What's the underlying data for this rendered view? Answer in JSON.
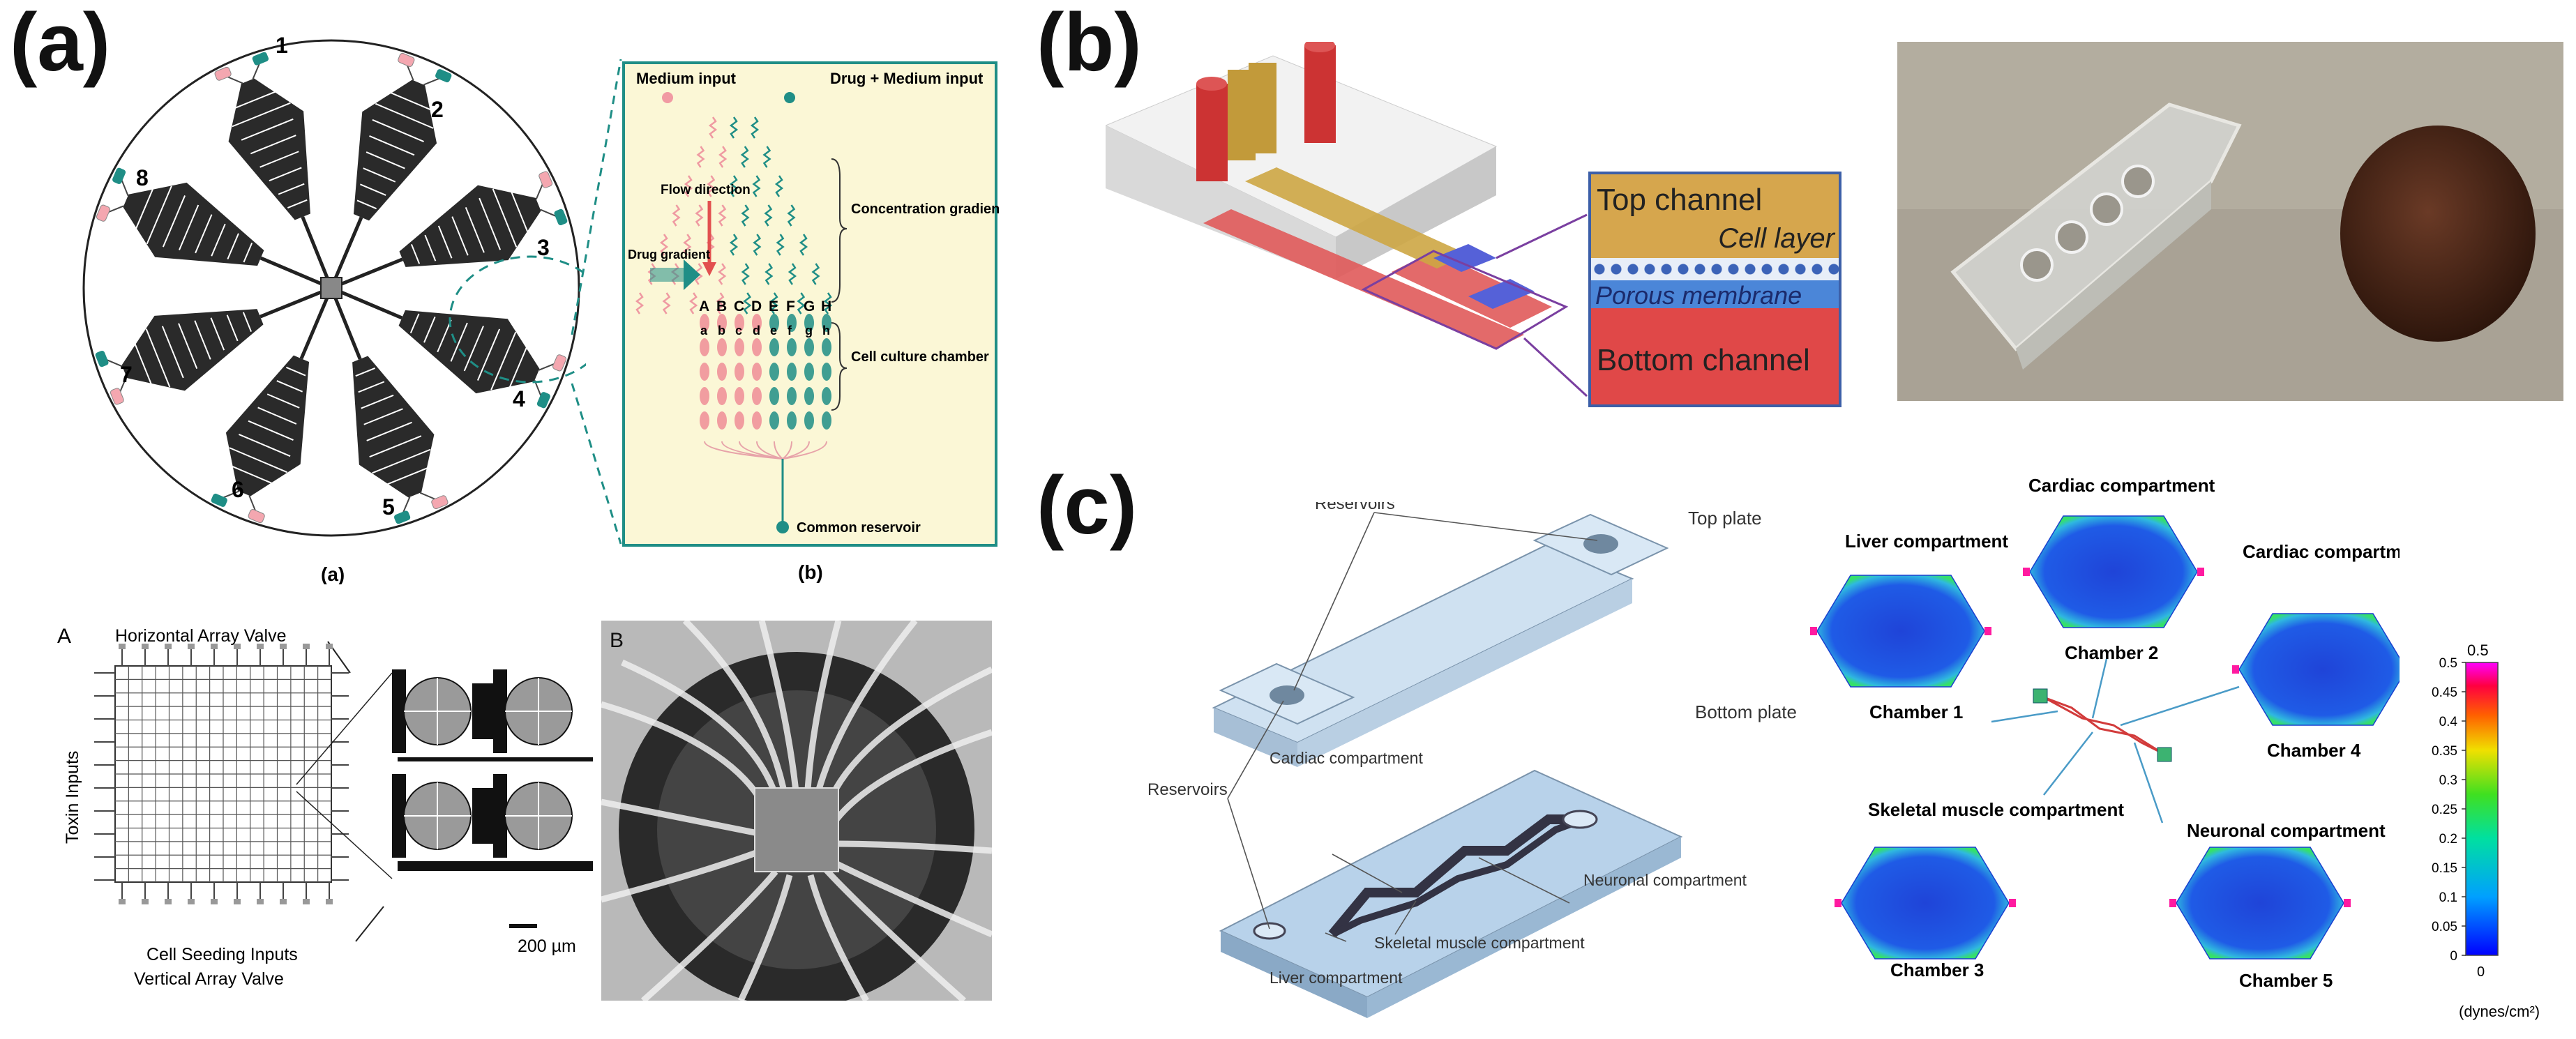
{
  "panel_labels": {
    "a": "(a)",
    "b": "(b)",
    "c": "(c)"
  },
  "panel_a": {
    "wheel": {
      "inlet_numbers": [
        "1",
        "2",
        "3",
        "4",
        "5",
        "6",
        "7",
        "8"
      ],
      "caption": "(a)"
    },
    "cgg": {
      "medium_input": "Medium input",
      "drug_medium_input": "Drug + Medium input",
      "flow_direction": "Flow direction",
      "drug_gradient": "Drug gradient",
      "cgg_label": "Concentration gradient generator (CGG)",
      "upper_letters": [
        "A",
        "B",
        "C",
        "D",
        "E",
        "F",
        "G",
        "H"
      ],
      "lower_letters": [
        "a",
        "b",
        "c",
        "d",
        "e",
        "f",
        "g",
        "h"
      ],
      "chamber_label": "Cell culture chamber",
      "reservoir_label": "Common reservoir",
      "caption": "(b)"
    },
    "array": {
      "sub_label": "A",
      "horizontal_valve": "Horizontal Array Valve",
      "toxin_inputs": "Toxin Inputs",
      "seeding_inputs": "Cell Seeding Inputs",
      "vertical_valve": "Vertical Array Valve",
      "scale_bar": "200 µm"
    },
    "photo": {
      "sub_label": "B"
    }
  },
  "panel_b": {
    "top_channel": "Top channel",
    "cell_layer": "Cell layer",
    "porous_membrane": "Porous membrane",
    "bottom_channel": "Bottom channel"
  },
  "panel_c": {
    "reservoirs_top": "Reservoirs",
    "reservoirs_left": "Reservoirs",
    "top_plate": "Top plate",
    "bottom_plate": "Bottom plate",
    "cardiac_compartment": "Cardiac compartment",
    "neuronal_compartment": "Neuronal compartment",
    "skeletal_compartment": "Skeletal muscle compartment",
    "liver_compartment": "Liver compartment",
    "chambers": [
      {
        "title": "Liver compartment",
        "name": "Chamber 1"
      },
      {
        "title": "Cardiac compartment",
        "name": "Chamber 2"
      },
      {
        "title": "Skeletal muscle compartment",
        "name": "Chamber 3"
      },
      {
        "title": "Cardiac compartment",
        "name": "Chamber 4"
      },
      {
        "title": "Neuronal compartment",
        "name": "Chamber 5"
      }
    ],
    "colorbar": {
      "top_label": "0.5",
      "ticks": [
        "0.5",
        "0.45",
        "0.4",
        "0.35",
        "0.3",
        "0.25",
        "0.2",
        "0.15",
        "0.1",
        "0.05",
        "0"
      ],
      "bottom_label": "0",
      "unit": "(dynes/cm²)"
    }
  },
  "colors": {
    "teal": "#1f8e86",
    "pink": "#f19aa3",
    "panel_bg": "#fbf7d6",
    "red_channel": "#e0595a",
    "yellow_channel": "#cda644",
    "blue_membrane": "#4f5fd6",
    "plate_blue": "#b8d4ea"
  }
}
